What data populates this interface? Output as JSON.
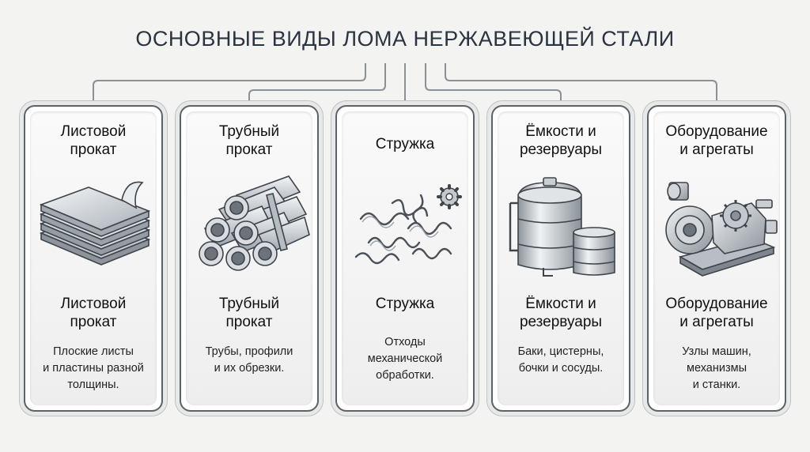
{
  "title": "ОСНОВНЫЕ ВИДЫ ЛОМА НЕРЖАВЕЮЩЕЙ СТАЛИ",
  "cards": [
    {
      "title_lines": [
        "Листовой",
        "прокат"
      ],
      "label_lines": [
        "Листовой",
        "прокат"
      ],
      "desc_lines": [
        "Плоские листы",
        "и пластины разной",
        "толщины."
      ],
      "icon": "steel-sheets-icon"
    },
    {
      "title_lines": [
        "Трубный",
        "прокат"
      ],
      "label_lines": [
        "Трубный",
        "прокат"
      ],
      "desc_lines": [
        "Трубы, профили",
        "и их обрезки."
      ],
      "icon": "pipe-bundle-icon"
    },
    {
      "title_lines": [
        "Стружка"
      ],
      "label_lines": [
        "Стружка"
      ],
      "desc_lines": [
        "Отходы",
        "механической",
        "обработки."
      ],
      "icon": "metal-shavings-icon"
    },
    {
      "title_lines": [
        "Ёмкости и",
        "резервуары"
      ],
      "label_lines": [
        "Ёмкости и",
        "резервуары"
      ],
      "desc_lines": [
        "Баки, цистерны,",
        "бочки и сосуды."
      ],
      "icon": "tank-barrel-icon"
    },
    {
      "title_lines": [
        "Оборудование",
        "и агрегаты"
      ],
      "label_lines": [
        "Оборудование",
        "и агрегаты"
      ],
      "desc_lines": [
        "Узлы машин,",
        "механизмы",
        "и станки."
      ],
      "icon": "pump-machine-icon"
    }
  ]
}
